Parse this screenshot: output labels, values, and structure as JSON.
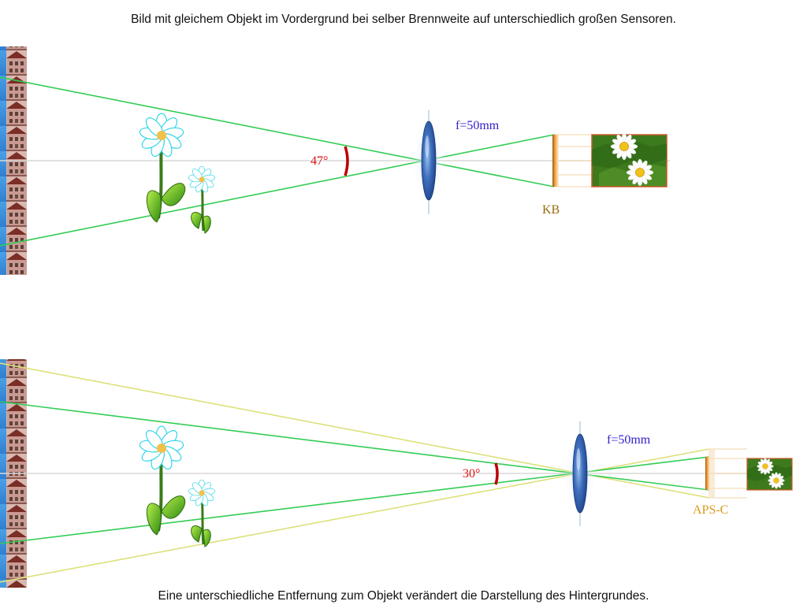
{
  "title": "Bild mit gleichem Objekt im Vordergrund bei selber Brennweite auf unterschiedlich großen Sensoren.",
  "footer": "Eine unterschiedliche Entfernung zum Objekt verändert die Darstellung des Hintergrundes.",
  "top_panel": {
    "angle_label": "47°",
    "focal_label": "f=50mm",
    "sensor_label": "KB"
  },
  "bottom_panel": {
    "angle_label": "30°",
    "focal_label": "f=50mm",
    "sensor_label": "APS-C"
  },
  "colors": {
    "green_ray": "#33cc55",
    "yellow_ray": "#dde07a",
    "angle_arc": "#bb0000",
    "angle_text": "#dd1111",
    "focal_text": "#3322cc",
    "kb_text": "#9a6a10",
    "apsc_text": "#d89a1a",
    "lens": "#2a5aa8",
    "axis": "#d8d8d8"
  }
}
